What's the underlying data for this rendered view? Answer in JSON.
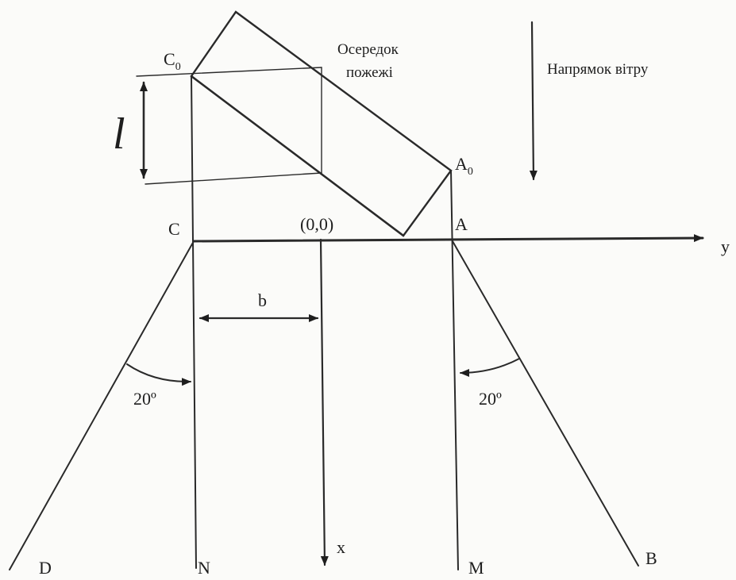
{
  "labels": {
    "c0": "C",
    "c0_sub": "0",
    "a0": "A",
    "a0_sub": "0",
    "fire_source_line1": "Осередок",
    "fire_source_line2": "пожежі",
    "wind_direction": "Напрямок вітру",
    "l": "l",
    "c": "C",
    "origin": "(0,0)",
    "a": "A",
    "y": "y",
    "b": "b",
    "angle_left": "20º",
    "angle_right": "20º",
    "d": "D",
    "n": "N",
    "x": "x",
    "m": "M",
    "bpoint": "B"
  }
}
